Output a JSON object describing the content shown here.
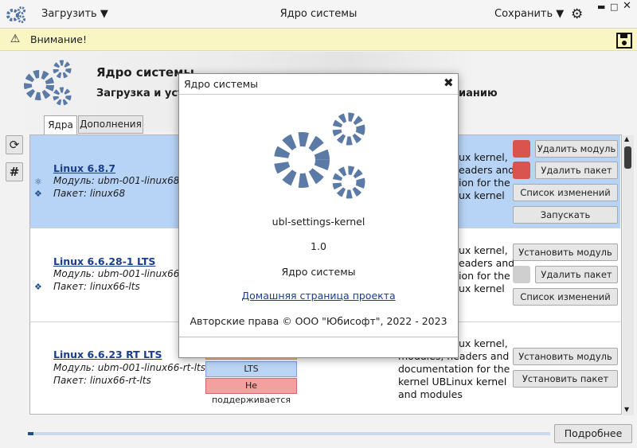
{
  "window": {
    "title": "Ядро системы",
    "load_menu": "Загрузить",
    "save_menu": "Сохранить"
  },
  "warning": {
    "text": "Внимание!"
  },
  "header": {
    "title": "Ядро системы",
    "subtitle": "Загрузка и уста",
    "subtitle_tail": "ианию"
  },
  "tabs": [
    {
      "label": "Ядра"
    },
    {
      "label": "Дополнения"
    }
  ],
  "kernels": [
    {
      "name": "Linux 6.8.7",
      "module": "Модуль: ubm-001-linux68",
      "package": "Пакет: linux68",
      "desc": [
        "ux kernel,",
        "eaders and",
        "ion for the",
        "ux kernel"
      ],
      "buttons": [
        "Удалить модуль",
        "Удалить пакет",
        "Список изменений",
        "Запускать"
      ]
    },
    {
      "name": "Linux 6.6.28-1 LTS",
      "module": "Модуль: ubm-001-linux66-l",
      "package": "Пакет: linux66-lts",
      "desc": [
        "ux kernel,",
        "eaders and",
        "ion for the",
        "ux kernel"
      ],
      "buttons": [
        "Установить модуль",
        "Удалить пакет",
        "Список изменений"
      ]
    },
    {
      "name": "Linux 6.6.23 RT LTS",
      "module": "Модуль: ubm-001-linux66-rt-lts",
      "package": "Пакет: linux66-rt-lts",
      "tags": [
        "LTS",
        "Не поддерживается"
      ],
      "desc": [
        "ux kernel,",
        "modules, headers and",
        "documentation for the",
        "kernel UBLinux kernel",
        "and modules"
      ],
      "buttons": [
        "Установить модуль",
        "Установить пакет"
      ]
    }
  ],
  "about": {
    "title": "Ядро системы",
    "app_name": "ubl-settings-kernel",
    "version": "1.0",
    "description": "Ядро системы",
    "homepage": "Домашняя страница проекта",
    "copyright": "Авторские права © ООО \"Юбисофт\", 2022 - 2023"
  },
  "footer": {
    "details_button": "Подробнее",
    "progress": 0.01
  },
  "colors": {
    "selected_row": "#b7d4f7",
    "warning_bg": "#f9f6c4",
    "accent": "#5b7ba6",
    "link": "#1a3e8c",
    "error_tag": "#f2a0a0",
    "lts_tag": "#bcd5f5"
  }
}
